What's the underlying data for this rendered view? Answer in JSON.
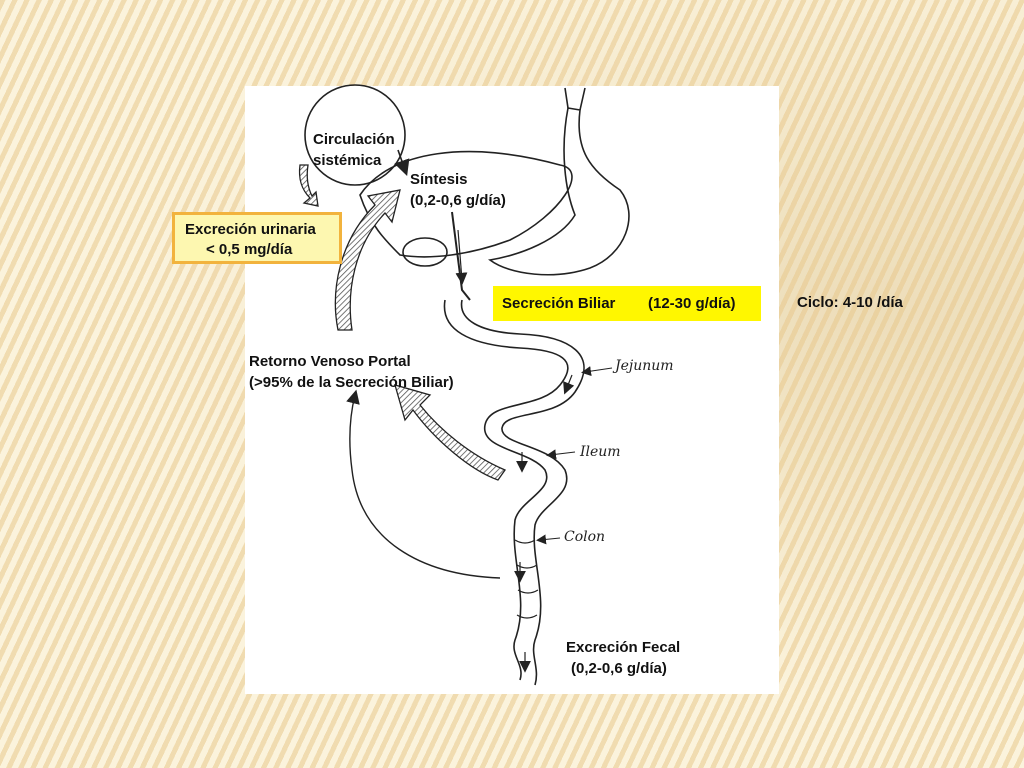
{
  "labels": {
    "circulacion_1": "Circulación",
    "circulacion_2": "sistémica",
    "sintesis_1": "Síntesis",
    "sintesis_2": "(0,2-0,6 g/día)",
    "urinaria_1": "Excreción urinaria",
    "urinaria_2": "< 0,5 mg/día",
    "secrecion_1": "Secreción Biliar",
    "secrecion_2": "(12-30 g/día)",
    "ciclo": "Ciclo: 4-10 /día",
    "retorno_1": "Retorno Venoso Portal",
    "retorno_2": "(>95% de la Secreción Biliar)",
    "fecal_1": "Excreción Fecal",
    "fecal_2": "(0,2-0,6 g/día)"
  },
  "anatomy_labels": {
    "jejunum": "Jejunum",
    "ileum": "Ileum",
    "colon": "Colon"
  },
  "colors": {
    "urinary_box_fill": "#fdf7b0",
    "urinary_box_border": "#f2b33d",
    "biliar_box_fill": "#fff700"
  }
}
